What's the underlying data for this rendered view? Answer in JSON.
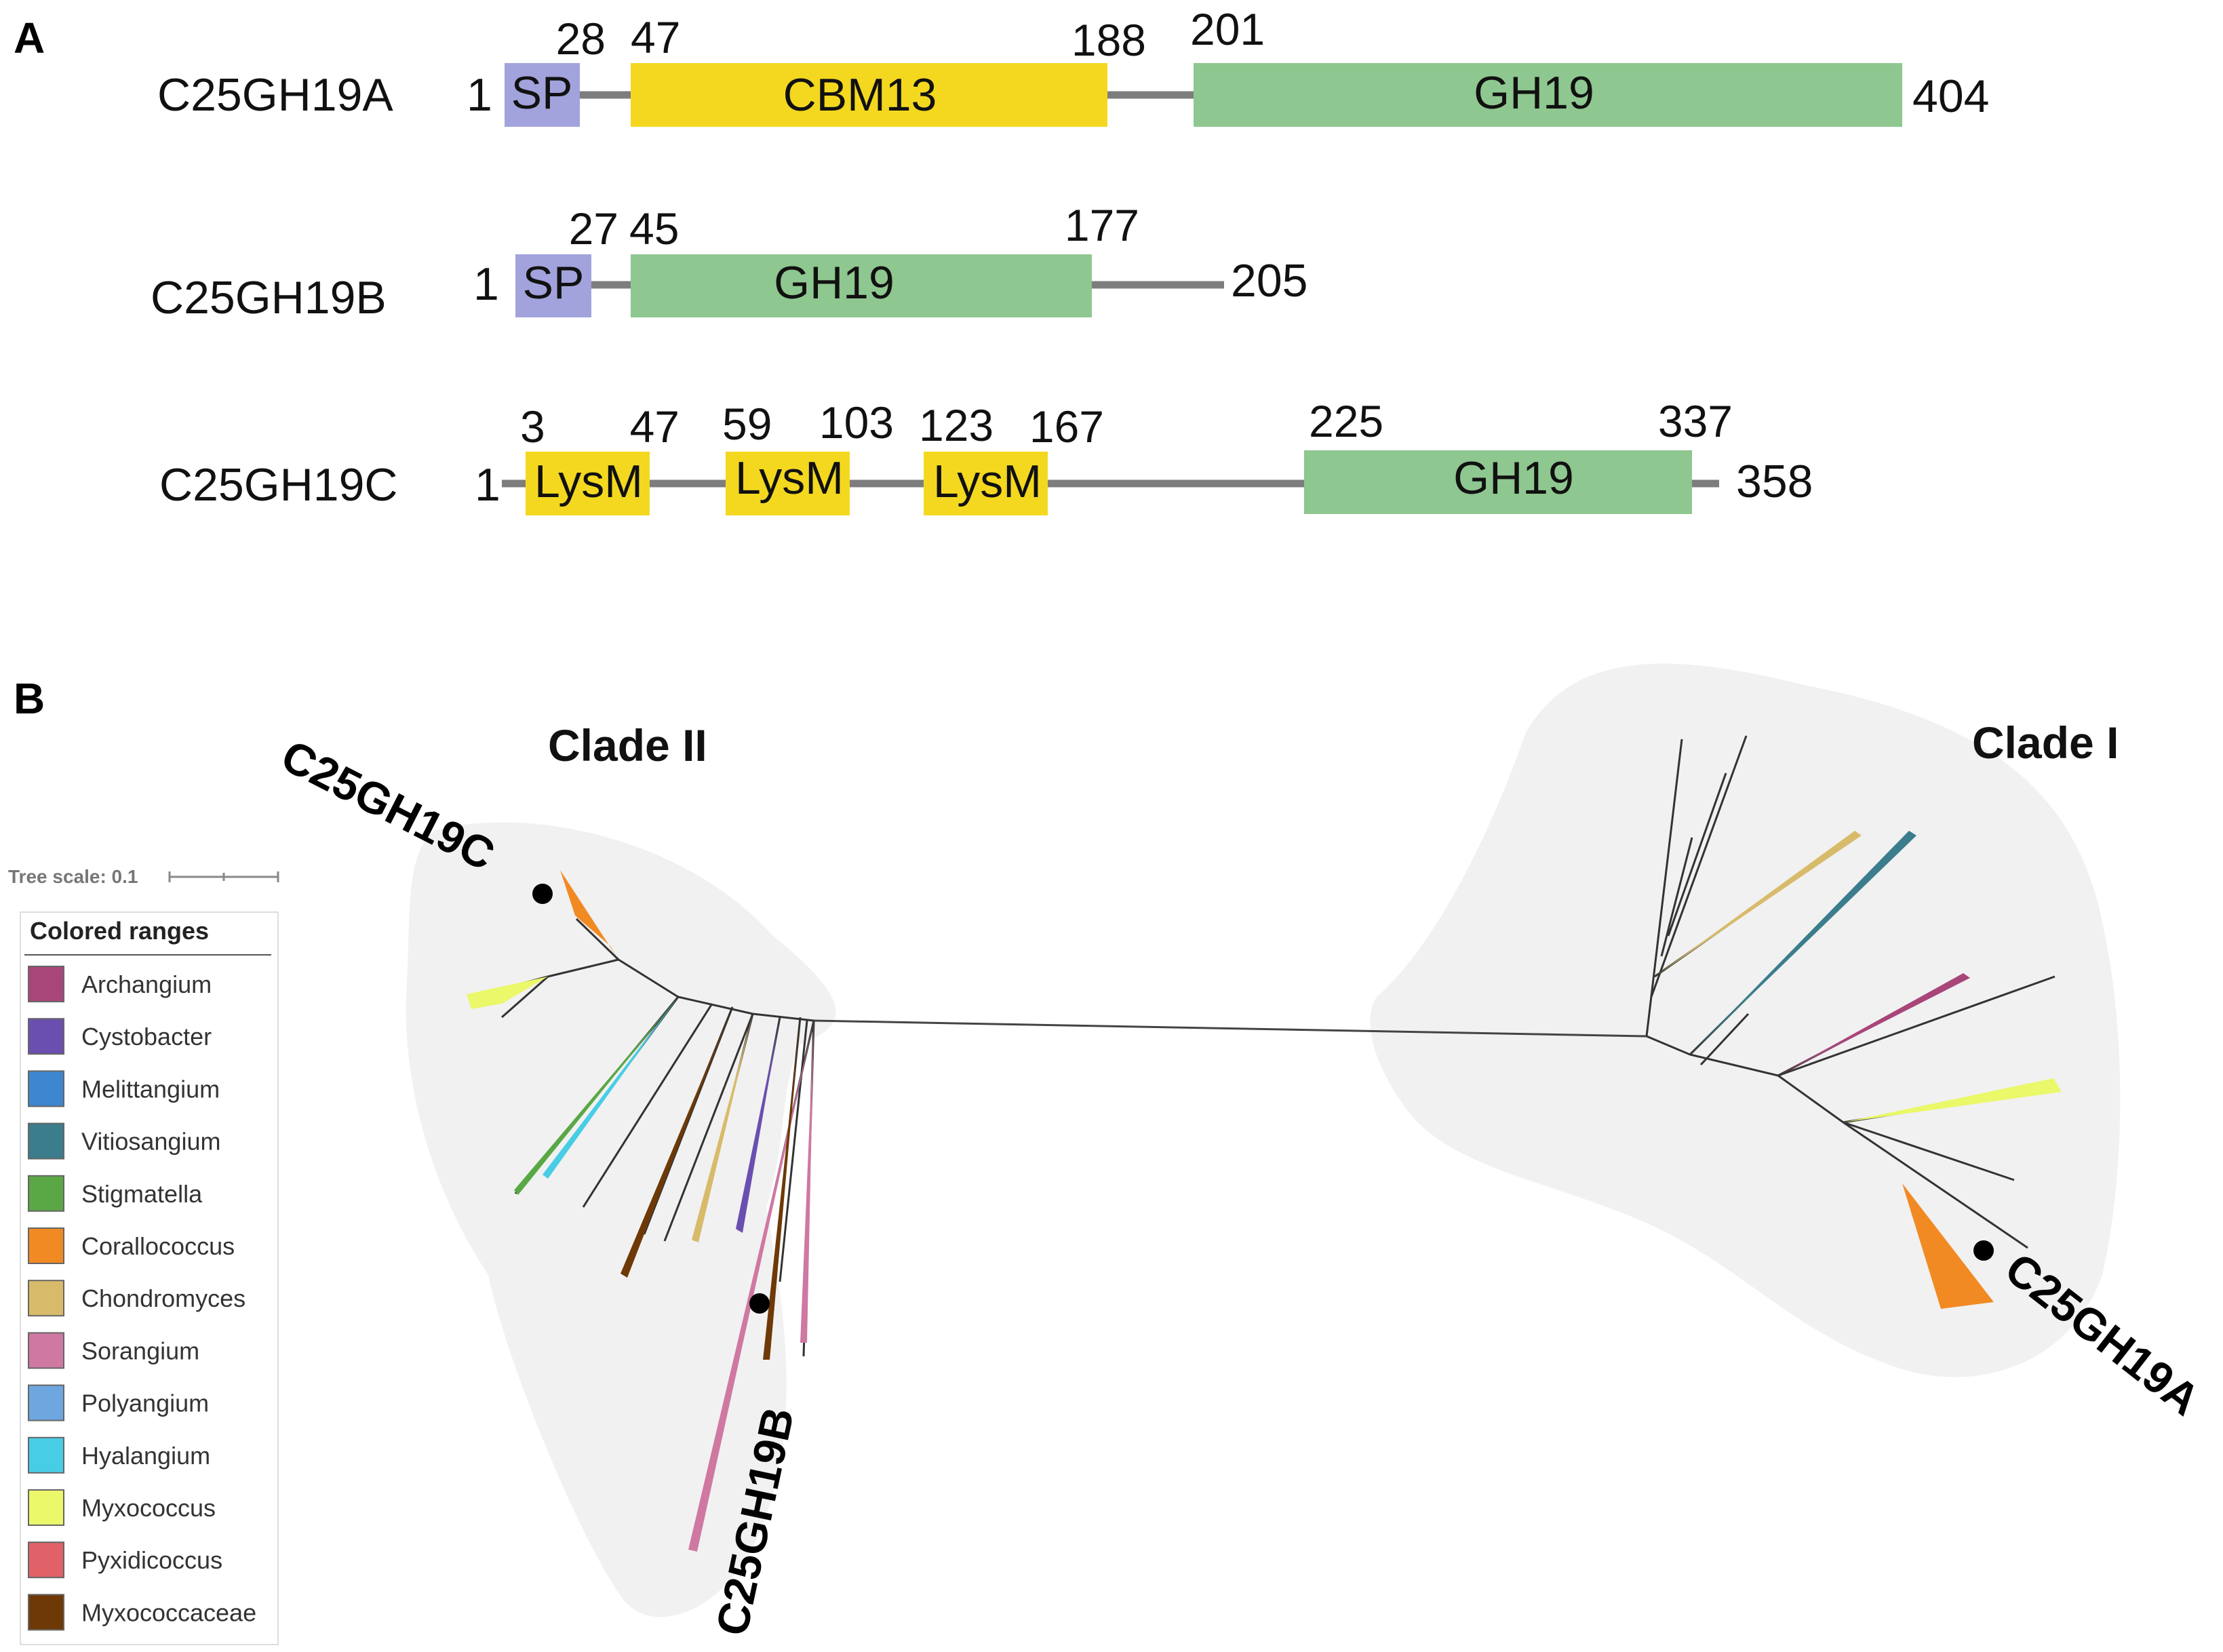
{
  "panel_a": {
    "letter": "A",
    "proteins": [
      {
        "name": "C25GH19A",
        "start_label": "1",
        "end_label": "404",
        "domains": [
          {
            "label": "SP",
            "start_num": "",
            "end_num": "28",
            "color": "#a2a3dc"
          },
          {
            "label": "CBM13",
            "start_num": "47",
            "end_num": "188",
            "color": "#f4d81f"
          },
          {
            "label": "GH19",
            "start_num": "201",
            "end_num": "",
            "color": "#8ec78f"
          }
        ]
      },
      {
        "name": "C25GH19B",
        "start_label": "1",
        "end_label": "205",
        "domains": [
          {
            "label": "SP",
            "start_num": "",
            "end_num": "27",
            "color": "#a2a3dc"
          },
          {
            "label": "GH19",
            "start_num": "45",
            "end_num": "177",
            "color": "#8ec78f"
          }
        ]
      },
      {
        "name": "C25GH19C",
        "start_label": "1",
        "end_label": "358",
        "domains": [
          {
            "label": "LysM",
            "start_num": "3",
            "end_num": "47",
            "color": "#f4d81f"
          },
          {
            "label": "LysM",
            "start_num": "59",
            "end_num": "103",
            "color": "#f4d81f"
          },
          {
            "label": "LysM",
            "start_num": "123",
            "end_num": "167",
            "color": "#f4d81f"
          },
          {
            "label": "GH19",
            "start_num": "225",
            "end_num": "337",
            "color": "#8ec78f"
          }
        ]
      }
    ]
  },
  "panel_b": {
    "letter": "B",
    "clade_labels": [
      "Clade II",
      "Clade I"
    ],
    "leaf_labels": [
      "C25GH19C",
      "C25GH19B",
      "C25GH19A"
    ],
    "tree_scale": "Tree scale: 0.1",
    "legend": {
      "title": "Colored ranges",
      "items": [
        {
          "label": "Archangium",
          "color": "#a8467a"
        },
        {
          "label": "Cystobacter",
          "color": "#6a4fb0"
        },
        {
          "label": "Melittangium",
          "color": "#3d86d0"
        },
        {
          "label": "Vitiosangium",
          "color": "#3b7d8c"
        },
        {
          "label": "Stigmatella",
          "color": "#5aa845"
        },
        {
          "label": "Corallococcus",
          "color": "#f28a24"
        },
        {
          "label": "Chondromyces",
          "color": "#d8bb6a"
        },
        {
          "label": "Sorangium",
          "color": "#cf78a2"
        },
        {
          "label": "Polyangium",
          "color": "#6ea7e0"
        },
        {
          "label": "Hyalangium",
          "color": "#48cde6"
        },
        {
          "label": "Myxococcus",
          "color": "#eaf86a"
        },
        {
          "label": "Pyxidicoccus",
          "color": "#e06268"
        },
        {
          "label": "Myxococcaceae",
          "color": "#6e3906"
        }
      ]
    }
  }
}
